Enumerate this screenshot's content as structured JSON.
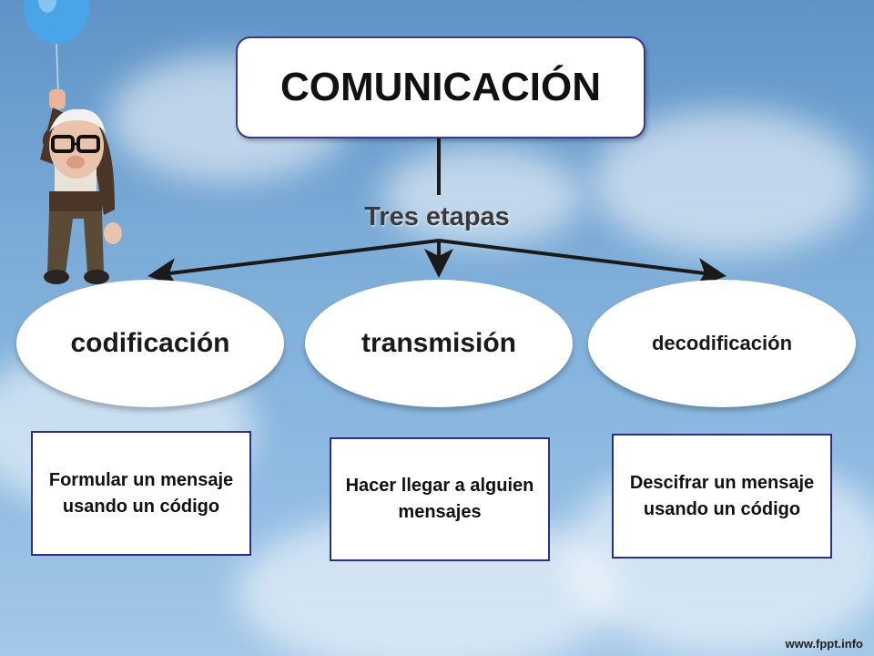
{
  "title": "COMUNICACIÓN",
  "subtitle": "Tres etapas",
  "stages": [
    {
      "label": "codificación",
      "description": "Formular un mensaje usando un código"
    },
    {
      "label": "transmisión",
      "description": "Hacer llegar a alguien mensajes"
    },
    {
      "label": "decodificación",
      "description": "Descifrar un mensaje usando un código"
    }
  ],
  "footer": "www.fppt.info",
  "colors": {
    "box_border": "#2c2f86",
    "sky": "#7aaad6",
    "arrow": "#1a1a1a"
  }
}
